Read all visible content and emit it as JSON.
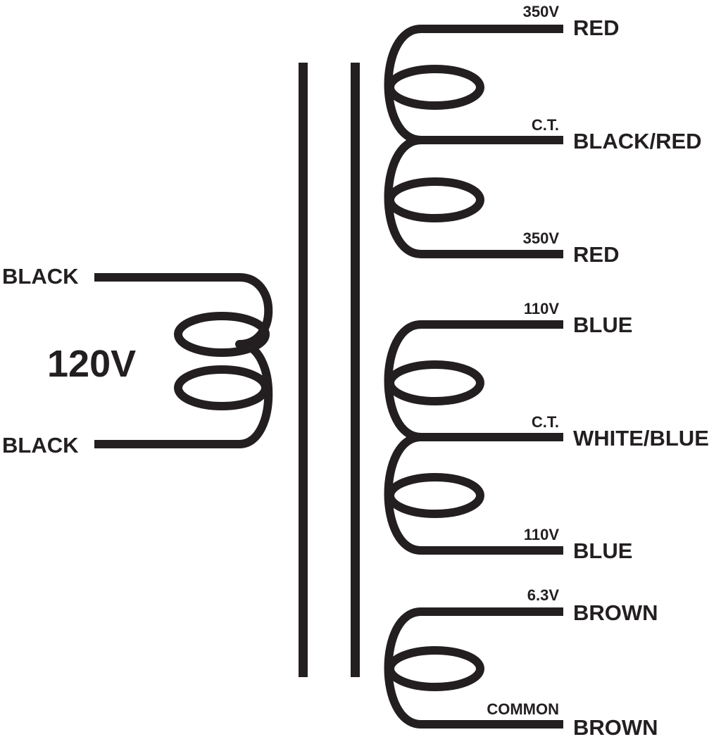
{
  "diagram": {
    "core_color": "#231f20",
    "background": "#ffffff",
    "primary": {
      "voltage": "120V",
      "top_lead": "BLACK",
      "bottom_lead": "BLACK"
    },
    "secondaries": [
      {
        "id": "high-voltage",
        "top": {
          "voltage": "350V",
          "lead": "RED"
        },
        "center": {
          "voltage": "C.T.",
          "lead": "BLACK/RED"
        },
        "bottom": {
          "voltage": "350V",
          "lead": "RED"
        }
      },
      {
        "id": "bias",
        "top": {
          "voltage": "110V",
          "lead": "BLUE"
        },
        "center": {
          "voltage": "C.T.",
          "lead": "WHITE/BLUE"
        },
        "bottom": {
          "voltage": "110V",
          "lead": "BLUE"
        }
      },
      {
        "id": "heater",
        "top": {
          "voltage": "6.3V",
          "lead": "BROWN"
        },
        "bottom": {
          "voltage": "COMMON",
          "lead": "BROWN"
        }
      }
    ]
  }
}
